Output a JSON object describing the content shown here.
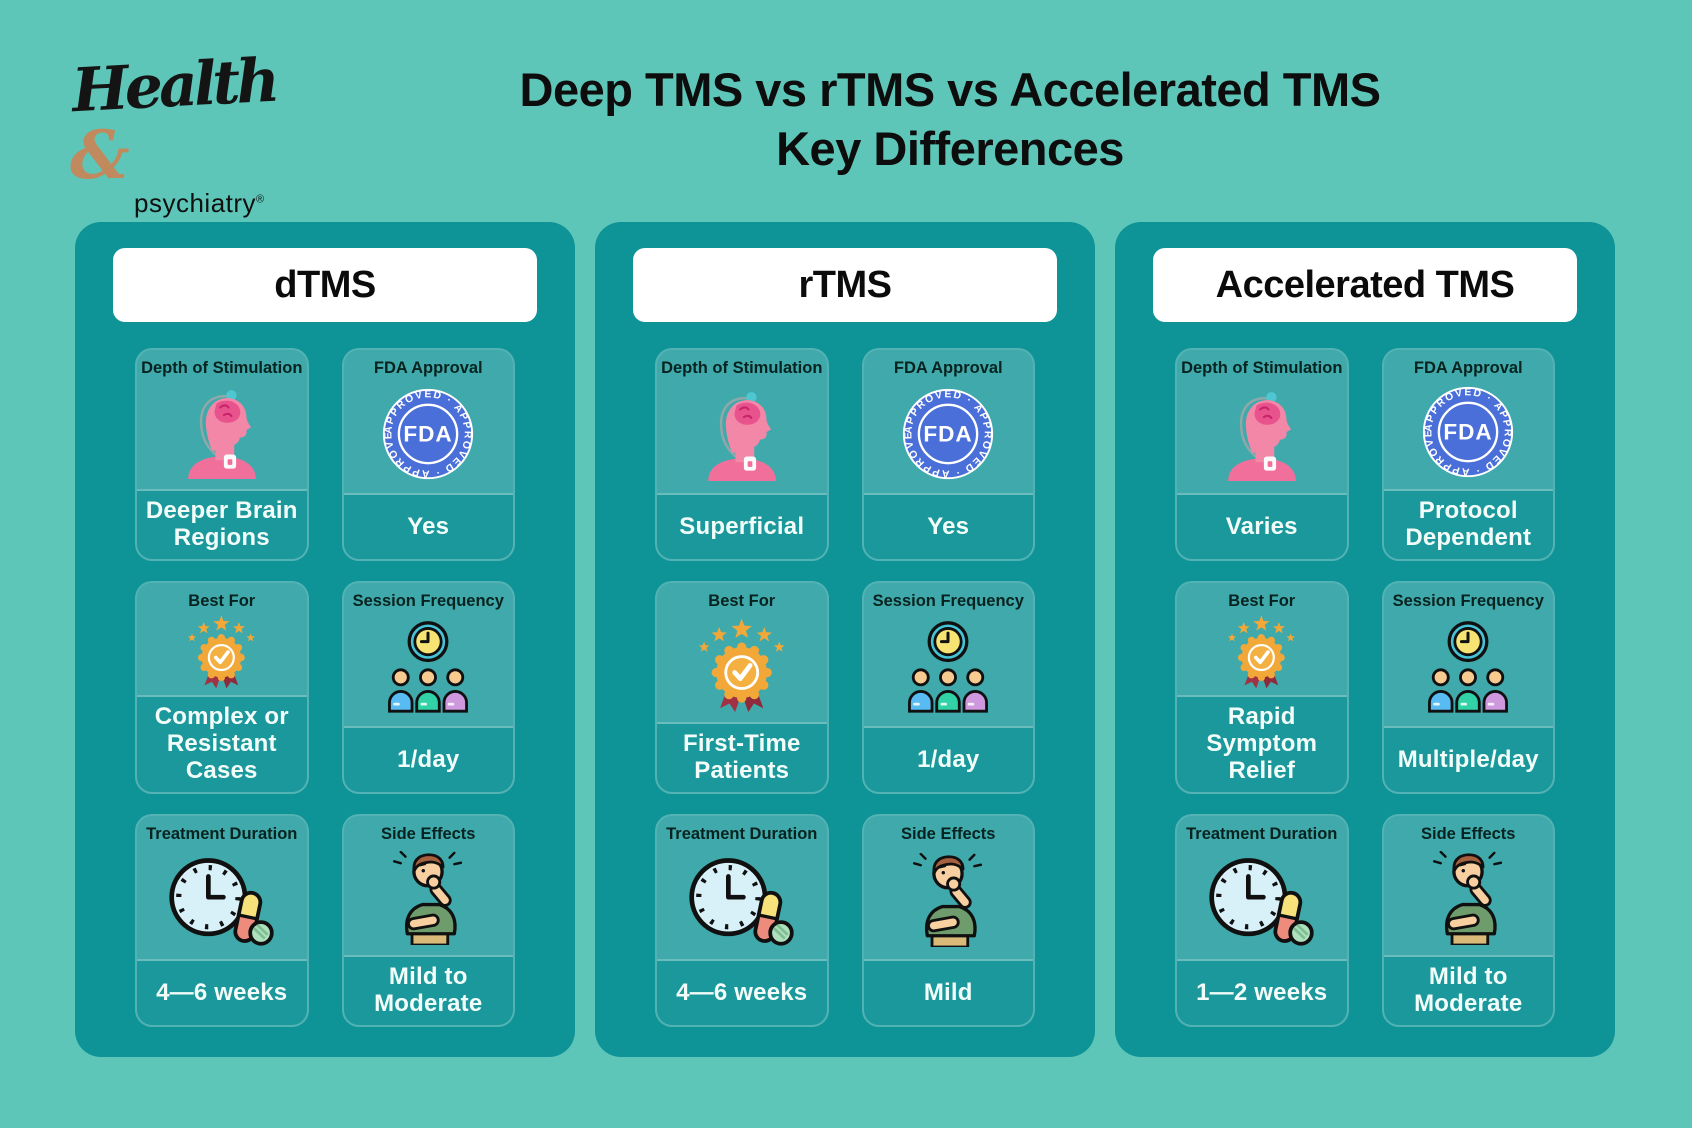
{
  "logo": {
    "script": "Health",
    "ampersand": "&",
    "subtitle": "psychiatry",
    "registered": "®"
  },
  "title": {
    "line1": "Deep TMS vs rTMS vs Accelerated TMS",
    "line2": "Key Differences"
  },
  "fda_badge": {
    "center": "FDA",
    "ring_text": "APPROVED · APPROVED · APPROVED ·"
  },
  "colors": {
    "page_background": "#5EC6B8",
    "column_background": "#0E9396",
    "header_background": "#FFFFFF",
    "value_text": "#F2FDFA",
    "label_text": "#07231F",
    "fda_blue": "#4A6FD9",
    "medal_gold": "#F2A838",
    "ribbon_red": "#A13245",
    "head_pink": "#F287A8",
    "clock_cyan": "#45C4D8",
    "clock_yellow": "#F6E373",
    "shirt_green": "#6E9C6C"
  },
  "columns": [
    {
      "name": "dTMS",
      "cards": [
        {
          "label": "Depth of Stimulation",
          "value": "Deeper Brain Regions",
          "icon": "brain-stimulation-icon"
        },
        {
          "label": "FDA Approval",
          "value": "Yes",
          "icon": "fda-approved-icon"
        },
        {
          "label": "Best For",
          "value": "Complex or Resistant Cases",
          "icon": "award-medal-icon"
        },
        {
          "label": "Session Frequency",
          "value": "1/day",
          "icon": "clock-people-icon"
        },
        {
          "label": "Treatment Duration",
          "value": "4—6 weeks",
          "icon": "clock-pills-icon"
        },
        {
          "label": "Side Effects",
          "value": "Mild to Moderate",
          "icon": "cough-person-icon"
        }
      ]
    },
    {
      "name": "rTMS",
      "cards": [
        {
          "label": "Depth of Stimulation",
          "value": "Superficial",
          "icon": "brain-stimulation-icon"
        },
        {
          "label": "FDA Approval",
          "value": "Yes",
          "icon": "fda-approved-icon"
        },
        {
          "label": "Best For",
          "value": "First-Time Patients",
          "icon": "award-medal-icon"
        },
        {
          "label": "Session Frequency",
          "value": "1/day",
          "icon": "clock-people-icon"
        },
        {
          "label": "Treatment Duration",
          "value": "4—6 weeks",
          "icon": "clock-pills-icon"
        },
        {
          "label": "Side Effects",
          "value": "Mild",
          "icon": "cough-person-icon"
        }
      ]
    },
    {
      "name": "Accelerated TMS",
      "cards": [
        {
          "label": "Depth of Stimulation",
          "value": "Varies",
          "icon": "brain-stimulation-icon"
        },
        {
          "label": "FDA Approval",
          "value": "Protocol Dependent",
          "icon": "fda-approved-icon"
        },
        {
          "label": "Best For",
          "value": "Rapid Symptom Relief",
          "icon": "award-medal-icon"
        },
        {
          "label": "Session Frequency",
          "value": "Multiple/day",
          "icon": "clock-people-icon"
        },
        {
          "label": "Treatment Duration",
          "value": "1—2 weeks",
          "icon": "clock-pills-icon"
        },
        {
          "label": "Side Effects",
          "value": "Mild to Moderate",
          "icon": "cough-person-icon"
        }
      ]
    }
  ]
}
